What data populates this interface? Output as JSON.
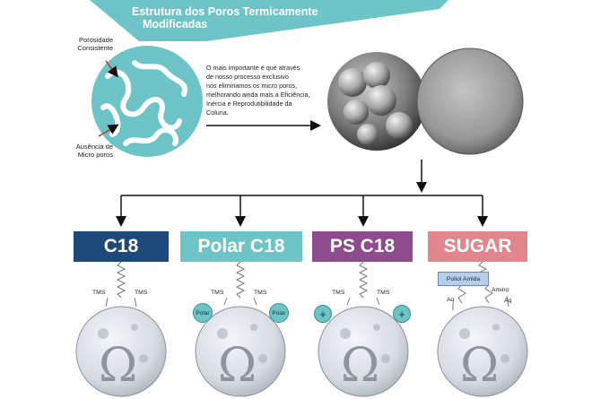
{
  "banner": {
    "title_line1": "Estrutura dos Poros Termicamente",
    "title_line2": "Modificadas"
  },
  "pore_diagram": {
    "label_top_1": "Porosidade",
    "label_top_2": "Consistente",
    "label_bottom_1": "Ausência de",
    "label_bottom_2": "Micro poros"
  },
  "description": [
    "O mais importante é que através",
    "de nosso processo exclusivo",
    "nós eliminamos os micro poros,",
    "melhorando ainda mais a Eficiência,",
    "Inércia e Reprodutibilidade da",
    "Coluna."
  ],
  "columns": [
    {
      "label": "C18",
      "color": "#1d4a7a",
      "left_tag": "TMS",
      "right_tag": "TMS"
    },
    {
      "label": "Polar C18",
      "color": "#6cc4c6",
      "left_tag": "TMS",
      "right_tag": "TMS",
      "badge_left": "Polar",
      "badge_right": "Polar"
    },
    {
      "label": "PS C18",
      "color": "#8e4c8f",
      "left_tag": "TMS",
      "right_tag": "TMS",
      "badge_left": "+",
      "badge_right": "+"
    },
    {
      "label": "SUGAR",
      "color": "#e0868c",
      "top_box": "Poliol Amida",
      "left_tag": "Aq",
      "right_tag": "Aq",
      "extra_tag": "Amino"
    }
  ],
  "colors": {
    "accent_teal": "#6cc4c6",
    "arrow": "#111111"
  },
  "icons": [
    "omega-icon",
    "arrow-down-icon",
    "arrow-right-icon"
  ]
}
